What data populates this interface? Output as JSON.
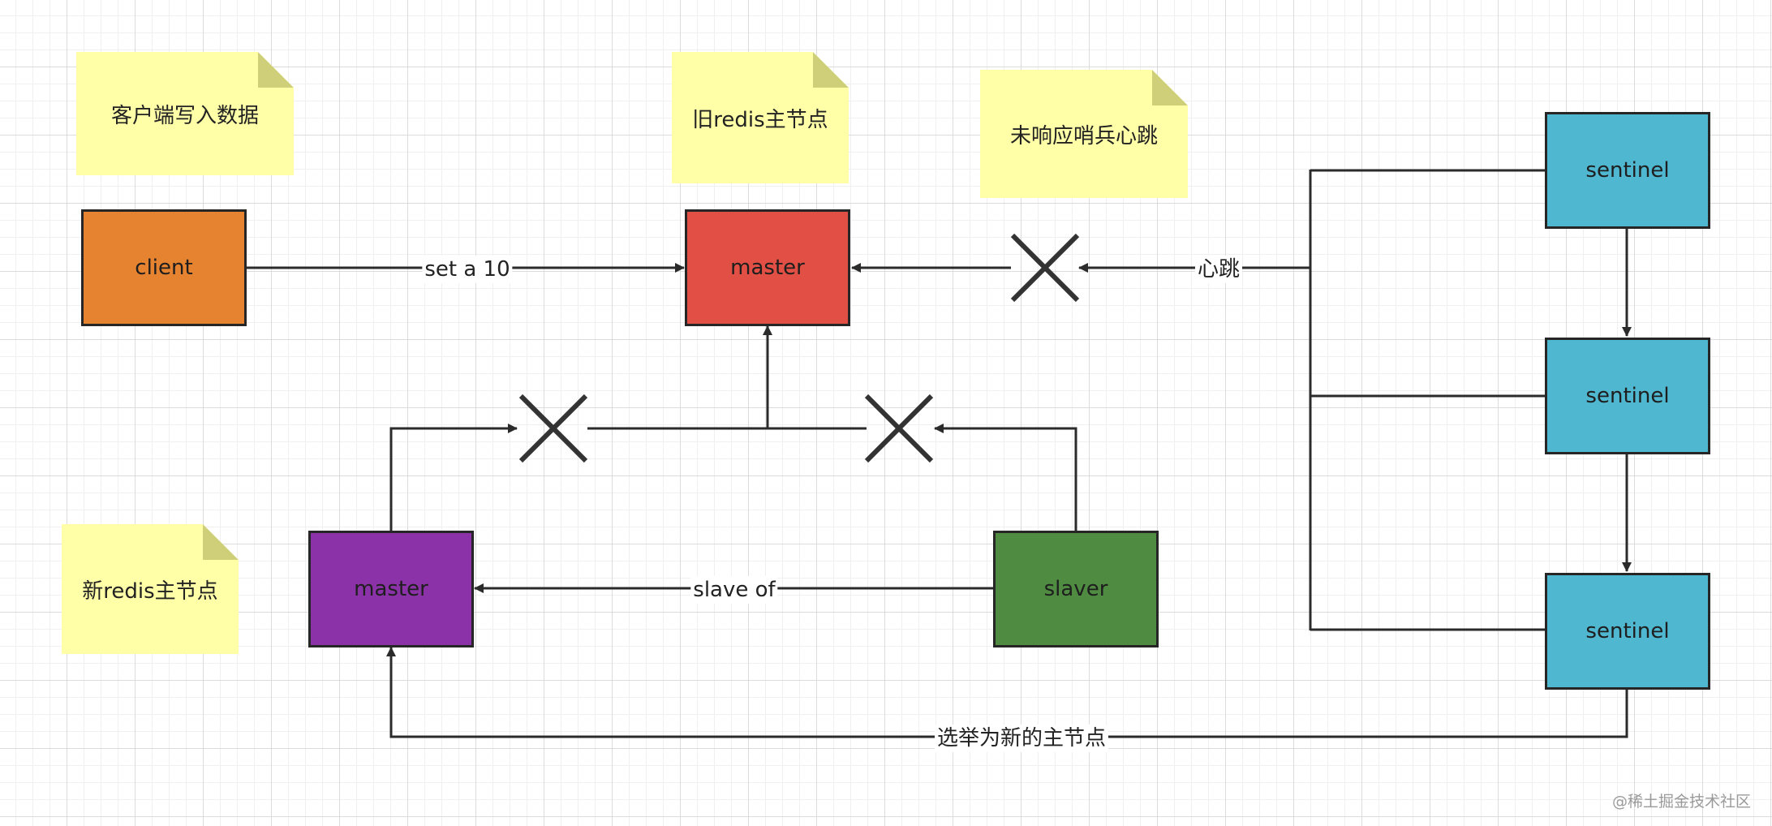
{
  "notes": {
    "client_note": "客户端写入数据",
    "old_master_note": "旧redis主节点",
    "heartbeat_note": "未响应哨兵心跳",
    "new_master_note": "新redis主节点"
  },
  "nodes": {
    "client": {
      "label": "client",
      "color": "#e68330"
    },
    "old_master": {
      "label": "master",
      "color": "#e25045"
    },
    "new_master": {
      "label": "master",
      "color": "#8b32a8"
    },
    "slaver": {
      "label": "slaver",
      "color": "#4f8c42"
    },
    "sentinel_1": {
      "label": "sentinel",
      "color": "#4fb7d0"
    },
    "sentinel_2": {
      "label": "sentinel",
      "color": "#4fb7d0"
    },
    "sentinel_3": {
      "label": "sentinel",
      "color": "#4fb7d0"
    }
  },
  "edges": {
    "client_write": "set a 10",
    "heartbeat": "心跳",
    "slave_of": "slave of",
    "elect": "选举为新的主节点"
  },
  "watermark": "@稀土掘金技术社区",
  "colors": {
    "stroke": "#2b2b2b",
    "note_bg": "#ffffa8",
    "note_fold": "#cfcf7a"
  }
}
